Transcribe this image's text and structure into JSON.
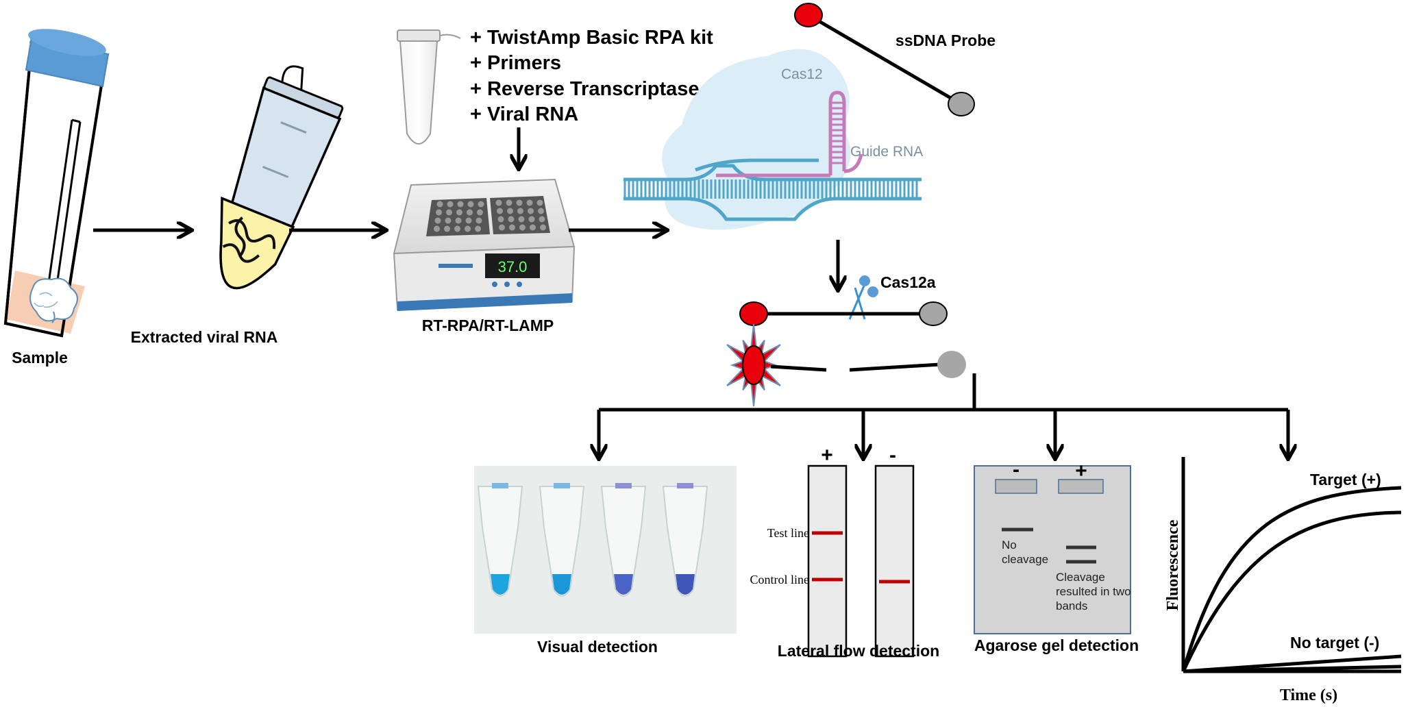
{
  "labels": {
    "sample": "Sample",
    "extracted_rna": "Extracted viral RNA",
    "amplification": "RT-RPA/RT-LAMP",
    "ssdna_probe": "ssDNA Probe",
    "cas12": "Cas12",
    "guide_rna": "Guide RNA",
    "cas12a": "Cas12a",
    "visual": "Visual detection",
    "lateral_flow": "Lateral flow detection",
    "agarose": "Agarose gel detection"
  },
  "reagents": [
    "+ TwistAmp Basic RPA kit",
    "+ Primers",
    "+ Reverse Transcriptase",
    "+ Viral RNA"
  ],
  "heat_block": {
    "display": "37.0"
  },
  "lateral_flow": {
    "plus": "+",
    "minus": "-",
    "test_line": "Test line",
    "control_line": "Control line"
  },
  "gel": {
    "minus": "-",
    "plus": "+",
    "no_cleavage": [
      "No",
      "cleavage"
    ],
    "cleavage": [
      "Cleavage",
      "resulted in two",
      "bands"
    ]
  },
  "fluorescence": {
    "ylabel": "Fluorescence",
    "xlabel": "Time (s)",
    "target_pos": "Target (+)",
    "target_neg": "No target (-)"
  },
  "colors": {
    "fluorophore": "#e8000b",
    "quencher": "#a6a6a6",
    "dna": "#4fa6c9",
    "guide": "#c77ab8",
    "cas_blob": "#d5ebf6",
    "gel_bg": "#d4d4d4",
    "band_red": "#c00000"
  }
}
